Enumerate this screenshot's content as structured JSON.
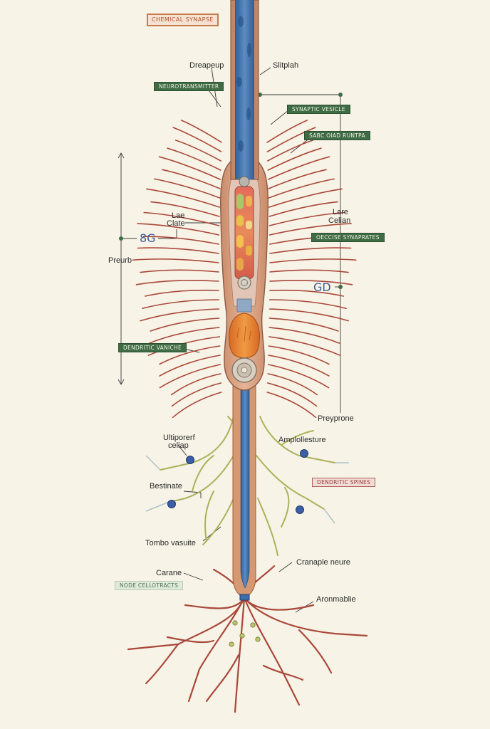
{
  "title": "CHEMICAL SYNAPSE",
  "labels": {
    "dreapeup": "Dreapeup",
    "slitplah": "Slitplah",
    "lae_left": "Lae",
    "clate": "Clate",
    "symbol_left": "8G",
    "preurb": "Preurb",
    "lare": "Lare",
    "celian": "Celian",
    "symbol_right": "GD",
    "preyprone": "Preyprone",
    "ultiporerf": "Ultiporerf",
    "celiap": "celiap",
    "amplollesture": "Amplollesture",
    "bestinate": "Bestinate",
    "tombo_vasuite": "Tombo vasuite",
    "carane": "Carane",
    "cranaple_neure": "Cranaple neure",
    "aronmablie": "Aronmablie"
  },
  "tags": {
    "neurotransmitter": "NEUROTRANSMITTER",
    "synaptic_vesicle": "SYNAPTIC VESICLE",
    "sabc_oiad_runtpa": "SABC OIAD RUNTPA",
    "oeccise_synaprates": "OECCISE SYNAPRATES",
    "dendritic_vaniche": "DENDRITIC VANICHE",
    "dendritic_spines": "DENDRITIC SPINES",
    "node_cellotracts": "NODE CELLOTRACTS"
  },
  "colors": {
    "axon_blue": "#3d6ea8",
    "membrane": "#d69870",
    "dendrite_red": "#a9483a",
    "dendrite_green": "#a9b35a",
    "tag_green": "#3f6b45",
    "tag_red": "#b25b55",
    "title_orange": "#c77a4b"
  }
}
